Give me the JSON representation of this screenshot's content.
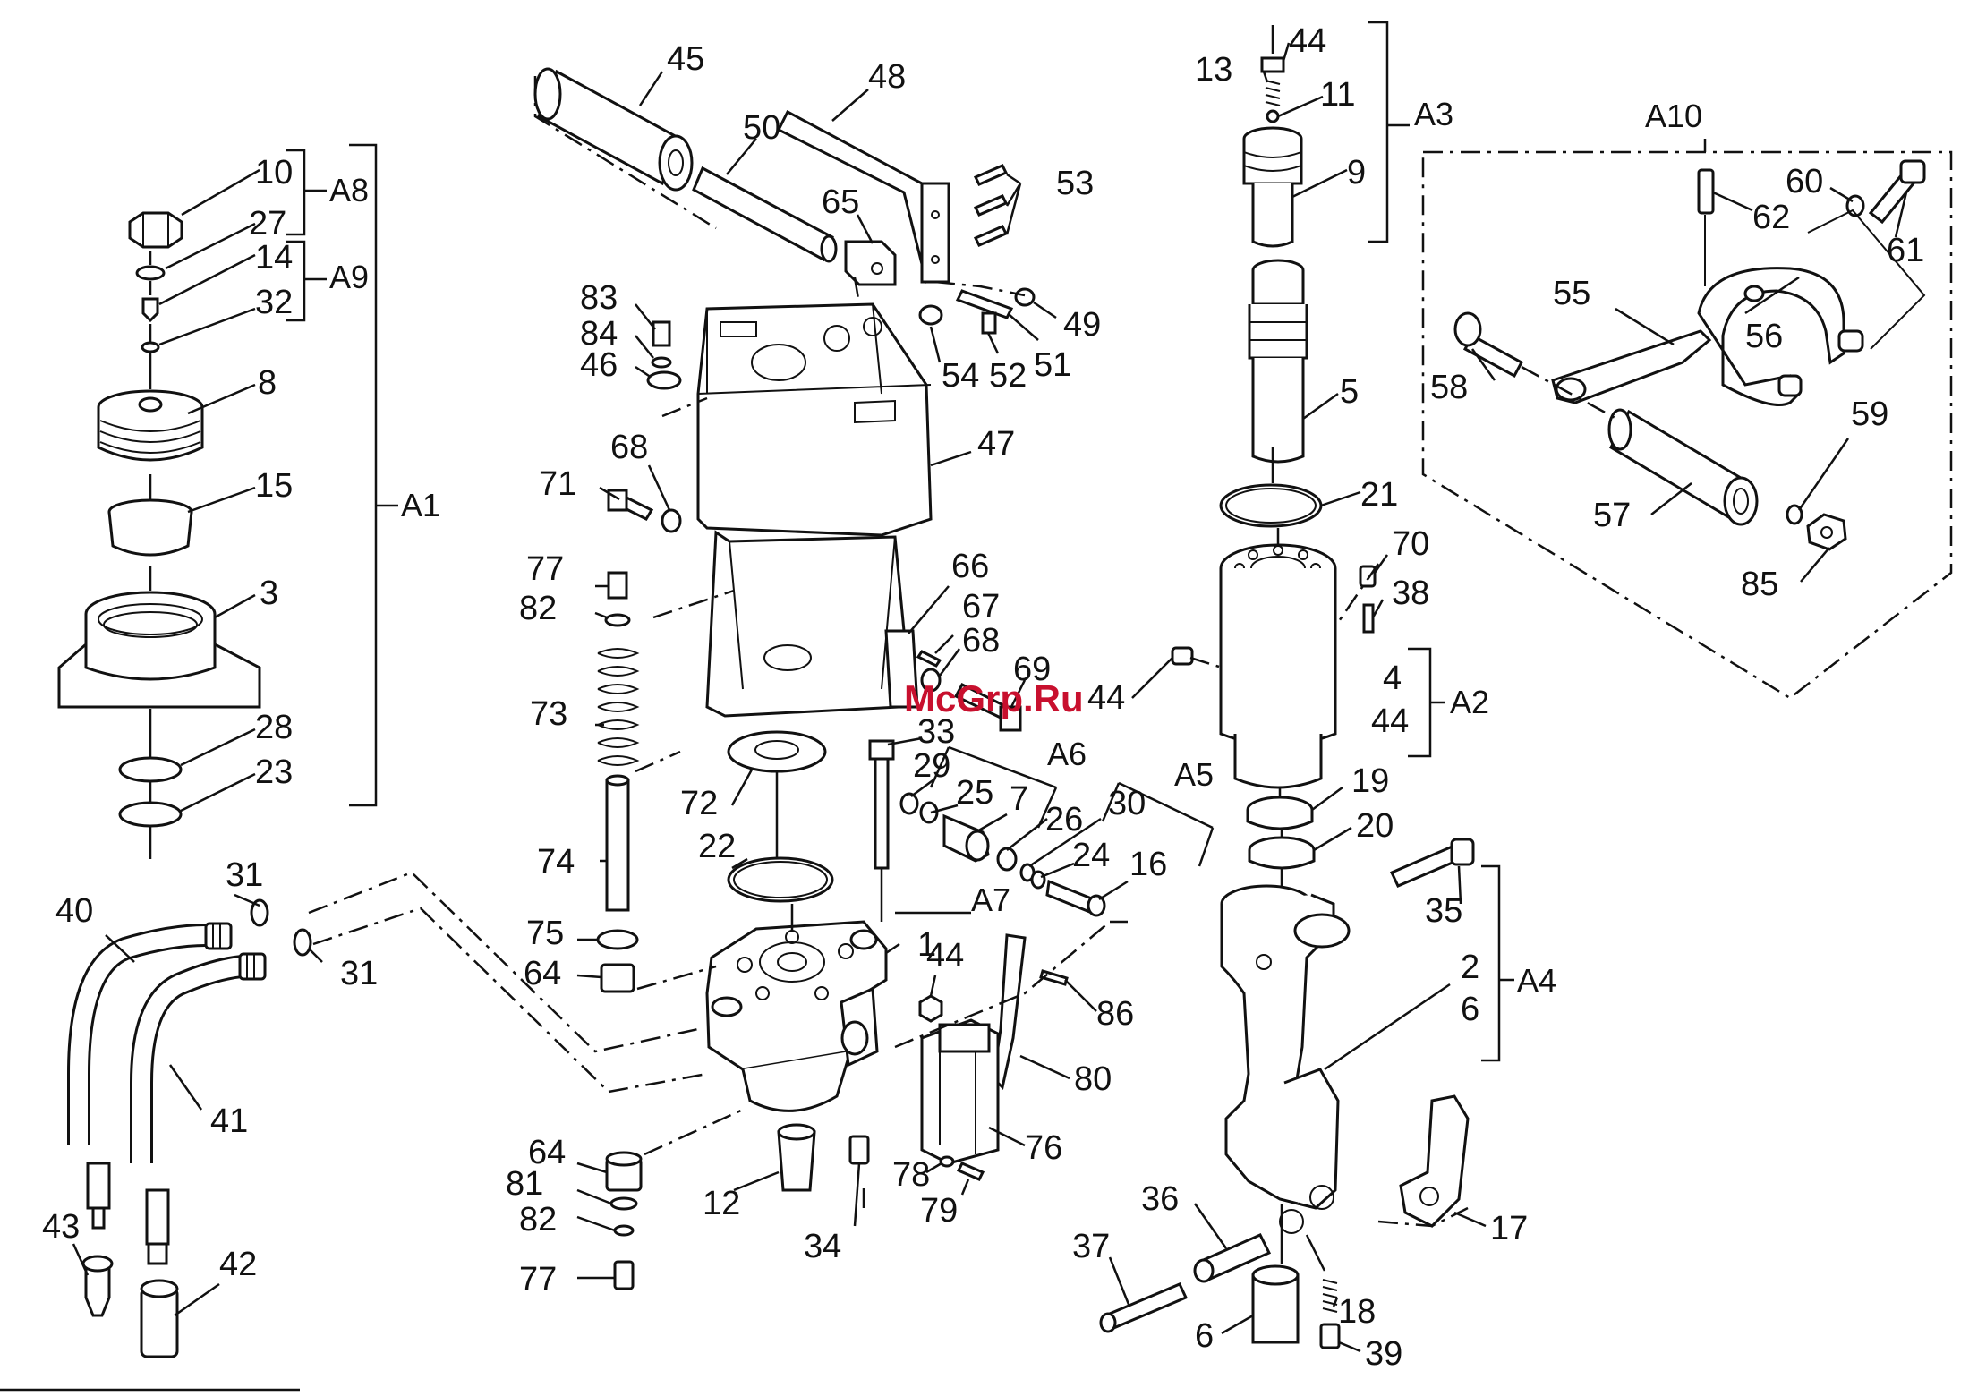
{
  "watermark": "McGrp.Ru",
  "part_labels": [
    {
      "id": "p10",
      "text": "10"
    },
    {
      "id": "p27",
      "text": "27"
    },
    {
      "id": "p14",
      "text": "14"
    },
    {
      "id": "p32",
      "text": "32"
    },
    {
      "id": "p8",
      "text": "8"
    },
    {
      "id": "p15",
      "text": "15"
    },
    {
      "id": "p3",
      "text": "3"
    },
    {
      "id": "p28",
      "text": "28"
    },
    {
      "id": "p23",
      "text": "23"
    },
    {
      "id": "p31a",
      "text": "31"
    },
    {
      "id": "p31b",
      "text": "31"
    },
    {
      "id": "p40",
      "text": "40"
    },
    {
      "id": "p41",
      "text": "41"
    },
    {
      "id": "p43",
      "text": "43"
    },
    {
      "id": "p42",
      "text": "42"
    },
    {
      "id": "p45",
      "text": "45"
    },
    {
      "id": "p48",
      "text": "48"
    },
    {
      "id": "p50",
      "text": "50"
    },
    {
      "id": "p65",
      "text": "65"
    },
    {
      "id": "p53",
      "text": "53"
    },
    {
      "id": "p83",
      "text": "83"
    },
    {
      "id": "p84",
      "text": "84"
    },
    {
      "id": "p46",
      "text": "46"
    },
    {
      "id": "p49",
      "text": "49"
    },
    {
      "id": "p54",
      "text": "54"
    },
    {
      "id": "p52",
      "text": "52"
    },
    {
      "id": "p51",
      "text": "51"
    },
    {
      "id": "p47",
      "text": "47"
    },
    {
      "id": "p68a",
      "text": "68"
    },
    {
      "id": "p71",
      "text": "71"
    },
    {
      "id": "p77a",
      "text": "77"
    },
    {
      "id": "p82a",
      "text": "82"
    },
    {
      "id": "p66",
      "text": "66"
    },
    {
      "id": "p67",
      "text": "67"
    },
    {
      "id": "p68b",
      "text": "68"
    },
    {
      "id": "p69",
      "text": "69"
    },
    {
      "id": "p73",
      "text": "73"
    },
    {
      "id": "p33",
      "text": "33"
    },
    {
      "id": "p29",
      "text": "29"
    },
    {
      "id": "p25",
      "text": "25"
    },
    {
      "id": "p7",
      "text": "7"
    },
    {
      "id": "p26",
      "text": "26"
    },
    {
      "id": "p30",
      "text": "30"
    },
    {
      "id": "p24",
      "text": "24"
    },
    {
      "id": "p16",
      "text": "16"
    },
    {
      "id": "p72",
      "text": "72"
    },
    {
      "id": "p22",
      "text": "22"
    },
    {
      "id": "p74",
      "text": "74"
    },
    {
      "id": "p1",
      "text": "1"
    },
    {
      "id": "p75",
      "text": "75"
    },
    {
      "id": "p64a",
      "text": "64"
    },
    {
      "id": "p44a",
      "text": "44"
    },
    {
      "id": "p86",
      "text": "86"
    },
    {
      "id": "p80",
      "text": "80"
    },
    {
      "id": "p76",
      "text": "76"
    },
    {
      "id": "p64b",
      "text": "64"
    },
    {
      "id": "p81",
      "text": "81"
    },
    {
      "id": "p82b",
      "text": "82"
    },
    {
      "id": "p77b",
      "text": "77"
    },
    {
      "id": "p12",
      "text": "12"
    },
    {
      "id": "p34",
      "text": "34"
    },
    {
      "id": "p78",
      "text": "78"
    },
    {
      "id": "p79",
      "text": "79"
    },
    {
      "id": "p44b",
      "text": "44"
    },
    {
      "id": "p13",
      "text": "13"
    },
    {
      "id": "p11",
      "text": "11"
    },
    {
      "id": "p9",
      "text": "9"
    },
    {
      "id": "p5",
      "text": "5"
    },
    {
      "id": "p21",
      "text": "21"
    },
    {
      "id": "p70",
      "text": "70"
    },
    {
      "id": "p38",
      "text": "38"
    },
    {
      "id": "p44c",
      "text": "44"
    },
    {
      "id": "p4",
      "text": "4"
    },
    {
      "id": "p44d",
      "text": "44"
    },
    {
      "id": "p19",
      "text": "19"
    },
    {
      "id": "p20",
      "text": "20"
    },
    {
      "id": "p35",
      "text": "35"
    },
    {
      "id": "p2",
      "text": "2"
    },
    {
      "id": "p6a",
      "text": "6"
    },
    {
      "id": "p36",
      "text": "36"
    },
    {
      "id": "p37",
      "text": "37"
    },
    {
      "id": "p17",
      "text": "17"
    },
    {
      "id": "p18",
      "text": "18"
    },
    {
      "id": "p6b",
      "text": "6"
    },
    {
      "id": "p39",
      "text": "39"
    },
    {
      "id": "p62",
      "text": "62"
    },
    {
      "id": "p60",
      "text": "60"
    },
    {
      "id": "p61",
      "text": "61"
    },
    {
      "id": "p55",
      "text": "55"
    },
    {
      "id": "p56",
      "text": "56"
    },
    {
      "id": "p58",
      "text": "58"
    },
    {
      "id": "p59",
      "text": "59"
    },
    {
      "id": "p57",
      "text": "57"
    },
    {
      "id": "p85",
      "text": "85"
    }
  ],
  "assembly_labels": [
    {
      "id": "A8",
      "text": "A8"
    },
    {
      "id": "A9",
      "text": "A9"
    },
    {
      "id": "A1",
      "text": "A1"
    },
    {
      "id": "A3",
      "text": "A3"
    },
    {
      "id": "A10",
      "text": "A10"
    },
    {
      "id": "A2",
      "text": "A2"
    },
    {
      "id": "A6",
      "text": "A6"
    },
    {
      "id": "A5",
      "text": "A5"
    },
    {
      "id": "A7",
      "text": "A7"
    },
    {
      "id": "A4",
      "text": "A4"
    }
  ]
}
